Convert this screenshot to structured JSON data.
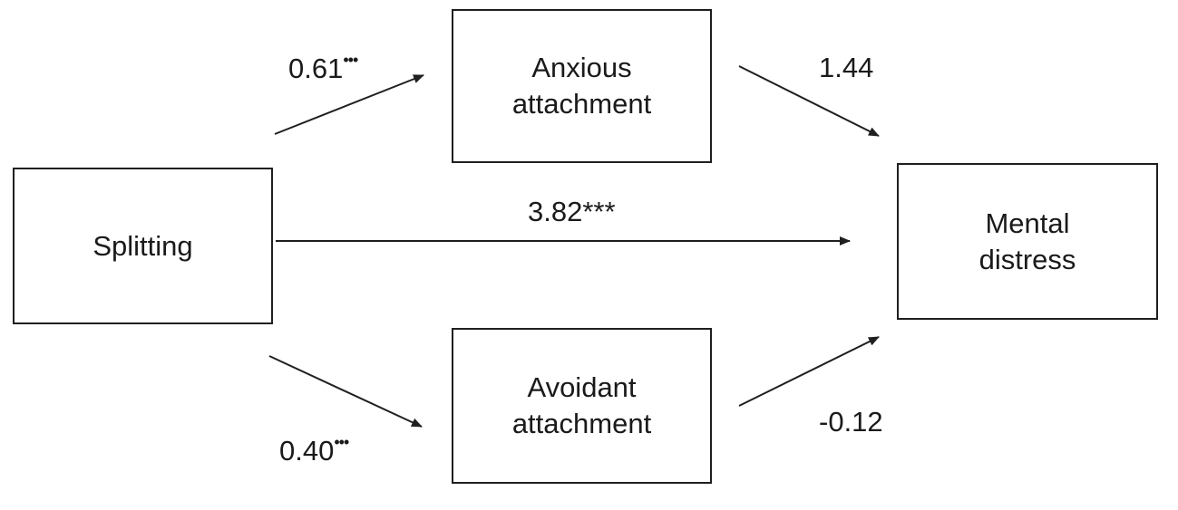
{
  "nodes": {
    "splitting": {
      "line1": "Splitting"
    },
    "anxious": {
      "line1": "Anxious",
      "line2": "attachment"
    },
    "avoidant": {
      "line1": "Avoidant",
      "line2": "attachment"
    },
    "distress": {
      "line1": "Mental",
      "line2": "distress"
    }
  },
  "paths": {
    "splitting_to_anxious": {
      "value": "0.61",
      "sig": "•••"
    },
    "anxious_to_distress": {
      "value": "1.44"
    },
    "splitting_to_distress": {
      "value": "3.82***"
    },
    "splitting_to_avoidant": {
      "value": "0.40",
      "sig": "•••"
    },
    "avoidant_to_distress": {
      "value": "-0.12"
    }
  },
  "colors": {
    "line": "#1f1f1f",
    "text": "#1a1a1a",
    "background": "#ffffff"
  }
}
